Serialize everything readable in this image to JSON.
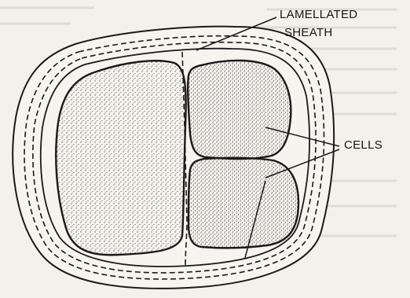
{
  "diagram": {
    "labels": {
      "sheath_line1": "LAMELLATED",
      "sheath_line2": "SHEATH",
      "cells": "CELLS"
    },
    "colors": {
      "ink": "#1a1a1a",
      "paper": "#f3f1ec",
      "stipple": "#2a2a2a",
      "background_text": "#c9c6bf"
    }
  }
}
